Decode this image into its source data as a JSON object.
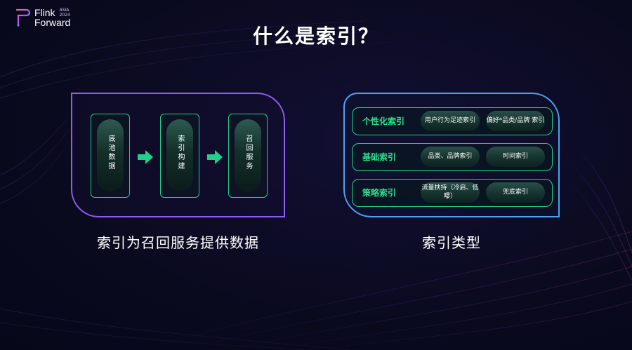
{
  "logo": {
    "line1": "Flink",
    "line2": "Forward",
    "badge_line1": "ASIA",
    "badge_line2": "2024"
  },
  "title": "什么是索引？",
  "left_panel": {
    "boxes": [
      {
        "label": "底池数据"
      },
      {
        "label": "索引构建"
      },
      {
        "label": "召回服务"
      }
    ],
    "caption": "索引为召回服务提供数据"
  },
  "right_panel": {
    "rows": [
      {
        "label": "个性化索引",
        "pills": [
          "用户行为足迹索引",
          "偏好*品类/品牌 索引"
        ]
      },
      {
        "label": "基础索引",
        "pills": [
          "品类、品牌索引",
          "时间索引"
        ]
      },
      {
        "label": "策略索引",
        "pills": [
          "流量扶持（冷启、低曝）",
          "兜底索引"
        ]
      }
    ],
    "caption": "索引类型"
  },
  "colors": {
    "background": "#0a0a1f",
    "left_border": "#8e5cf0",
    "right_border": "#4aa3ef",
    "accent_green": "#21d18a",
    "label_green": "#28e08f"
  },
  "icons": [
    "flink-forward-logo",
    "arrow-right-icon"
  ]
}
